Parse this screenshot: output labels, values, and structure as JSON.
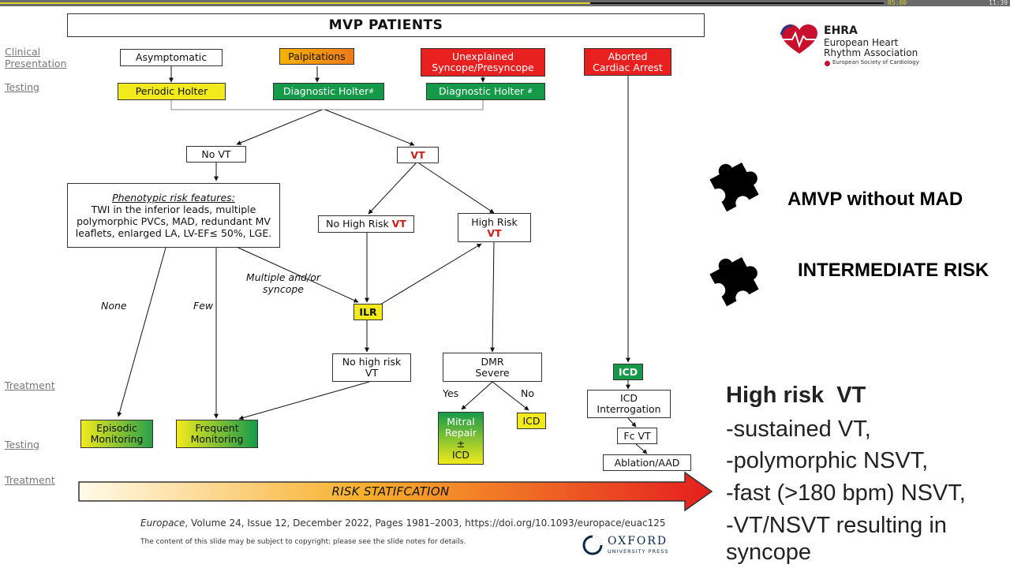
{
  "player": {
    "time_elapsed": "05:00",
    "time_total": "11:39",
    "progress_fraction": 0.585
  },
  "slide": {
    "title": "MVP PATIENTS",
    "side_labels": {
      "clinical": "Clinical Presentation",
      "testing1": "Testing",
      "treatment1": "Treatment",
      "testing2": "Testing",
      "treatment2": "Treatment"
    },
    "presentations": {
      "asymptomatic": "Asymptomatic",
      "palpitations": "Palpitations",
      "syncope": "Unexplained Syncope/Presyncope",
      "aborted": "Aborted Cardiac Arrest"
    },
    "testing": {
      "periodic_holter": "Periodic Holter",
      "diag_holter_1": "Diagnostic Holter",
      "diag_holter_2": "Diagnostic Holter",
      "hash": "#"
    },
    "nodes": {
      "no_vt": "No VT",
      "vt": "VT",
      "phenotypic_title": "Phenotypic risk features:",
      "phenotypic_body": "TWI in the inferior leads, multiple polymorphic PVCs, MAD, redundant MV leaflets, enlarged LA, LV-EF≤ 50%, LGE.",
      "no_high_risk_prefix": "No High Risk ",
      "no_high_risk_vt": "VT",
      "high_risk": "High Risk",
      "high_risk_vt": "VT",
      "ilr": "ILR",
      "no_high_risk_vt2": "No high risk VT",
      "dmr_severe": "DMR Severe",
      "icd_green": "ICD",
      "icd_interrogation": "ICD Interrogation",
      "fc_vt": "Fc VT",
      "ablation": "Ablation/AAD",
      "episodic": "Episodic Monitoring",
      "frequent": "Frequent Monitoring",
      "mitral_repair": "Mitral Repair",
      "plus_minus": "±",
      "icd_mitral": "ICD",
      "icd_yellow": "ICD"
    },
    "edge_labels": {
      "none": "None",
      "few": "Few",
      "multiple": "Multiple and/or syncope",
      "yes": "Yes",
      "no": "No"
    },
    "risk_bar": "RISK STATIFCATION",
    "logo": {
      "ehra": "EHRA",
      "line1": "European Heart",
      "line2": "Rhythm Association",
      "esc": "European Society of Cardiology"
    },
    "citation_journal": "Europace",
    "citation_rest": ", Volume 24, Issue 12, December 2022, Pages 1981–2003, https://doi.org/10.1093/europace/euac125",
    "copyright": "The content of this slide may be subject to copyright: please see the slide notes for details.",
    "oxford": "OXFORD",
    "oxford_sub": "UNIVERSITY PRESS"
  },
  "annotations": {
    "puzzle1_label": "AMVP without MAD",
    "puzzle2_label": "INTERMEDIATE RISK",
    "high_risk_title": "High risk  VT",
    "high_risk_items": [
      "-sustained VT,",
      "-polymorphic NSVT,",
      "-fast (>180 bpm) NSVT,",
      "-VT/NSVT resulting in",
      "syncope"
    ]
  },
  "colors": {
    "yellow": "#f2ea1c",
    "green": "#159a4a",
    "red": "#e8201f",
    "orange": "#f5a31a"
  }
}
